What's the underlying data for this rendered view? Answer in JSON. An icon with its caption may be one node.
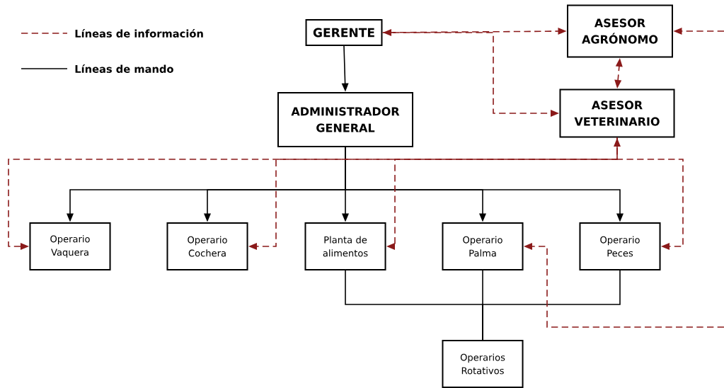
{
  "diagram": {
    "nodes": [
      {
        "text": [
          "GERENTE"
        ]
      },
      {
        "text": [
          "ASESOR AGRÓNOMO"
        ]
      },
      {
        "text": [
          "ADMINISTRADOR GENERAL"
        ]
      },
      {
        "text": [
          "ASESOR VETERINARIO"
        ]
      },
      {
        "text": [
          "Operario Vaquera"
        ]
      },
      {
        "text": [
          "Operario Cochera"
        ]
      },
      {
        "text": [
          "Planta de alimentos"
        ]
      },
      {
        "text": [
          "Operario Palma"
        ]
      },
      {
        "text": [
          "Operario Peces"
        ]
      },
      {
        "text": [
          "Operarios Rotativos"
        ]
      }
    ],
    "edges": [
      {
        "from": 0,
        "to": 2,
        "arrow": "to"
      },
      {
        "from": 2,
        "to": 4,
        "arrow": "to"
      },
      {
        "from": 2,
        "to": 5,
        "arrow": "to"
      },
      {
        "from": 2,
        "to": 6,
        "arrow": "to"
      },
      {
        "from": 2,
        "to": 7,
        "arrow": "to"
      },
      {
        "from": 2,
        "to": 8,
        "arrow": "to"
      },
      {
        "from": 6,
        "to": 9,
        "arrow": "none"
      },
      {
        "from": 7,
        "to": 9,
        "arrow": "none"
      },
      {
        "from": 8,
        "to": 9,
        "arrow": "none"
      },
      {
        "from": 0,
        "to": 1,
        "arrow": "both",
        "style": "dashed",
        "color": "#8b1a1a"
      },
      {
        "from": 0,
        "to": 3,
        "arrow": "to",
        "style": "dashed",
        "color": "#8b1a1a"
      },
      {
        "from": 1,
        "to": 3,
        "arrow": "both",
        "style": "dashed",
        "color": "#8b1a1a"
      },
      {
        "from": null,
        "to": 1,
        "arrow": "to",
        "style": "dashed",
        "color": "#8b1a1a"
      },
      {
        "from": 3,
        "to": 4,
        "arrow": "both",
        "style": "dashed",
        "color": "#8b1a1a"
      },
      {
        "from": 3,
        "to": 5,
        "arrow": "to",
        "style": "dashed",
        "color": "#8b1a1a"
      },
      {
        "from": 3,
        "to": 6,
        "arrow": "to",
        "style": "dashed",
        "color": "#8b1a1a"
      },
      {
        "from": 3,
        "to": 8,
        "arrow": "to",
        "style": "dashed",
        "color": "#8b1a1a"
      },
      {
        "from": null,
        "to": 7,
        "arrow": "to",
        "style": "dashed",
        "color": "#8b1a1a"
      }
    ],
    "legend": [
      {
        "text": "Líneas de información"
      },
      {
        "text": "Líneas de mando"
      }
    ]
  }
}
